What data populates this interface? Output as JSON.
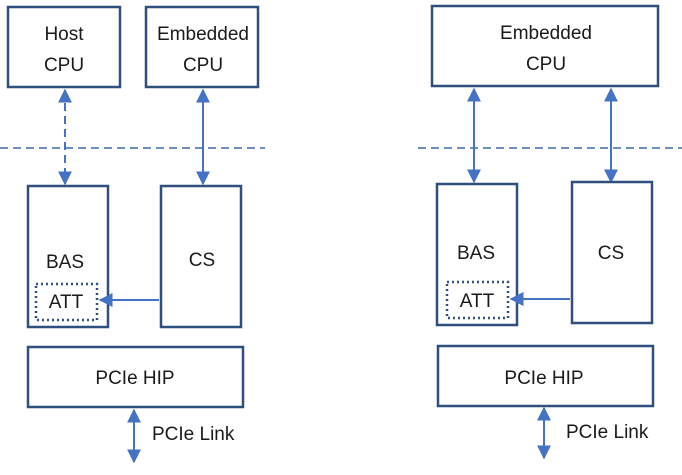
{
  "colors": {
    "box_border": "#2f4f7f",
    "arrow": "#4472c4",
    "divider": "#3d6aa6",
    "text": "#1a1a1a"
  },
  "left": {
    "host_cpu": [
      "Host",
      "CPU"
    ],
    "embedded_cpu": [
      "Embedded",
      "CPU"
    ],
    "bas": "BAS",
    "att": "ATT",
    "cs": "CS",
    "pcie_hip": "PCIe HIP",
    "pcie_link": "PCIe Link"
  },
  "right": {
    "embedded_cpu": [
      "Embedded",
      "CPU"
    ],
    "bas": "BAS",
    "att": "ATT",
    "cs": "CS",
    "pcie_hip": "PCIe HIP",
    "pcie_link": "PCIe Link"
  }
}
